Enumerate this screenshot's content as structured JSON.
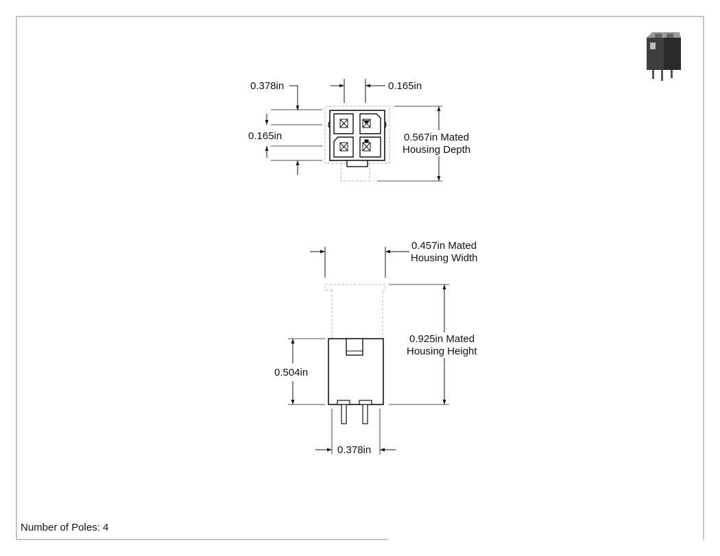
{
  "top_view": {
    "dim_pitch_top": "0.378in",
    "dim_offset_top": "0.165in",
    "dim_offset_left": "0.165in",
    "dim_depth_line1": "0.567in Mated",
    "dim_depth_line2": "Housing Depth"
  },
  "side_view": {
    "dim_width_line1": "0.457in Mated",
    "dim_width_line2": "Housing Width",
    "dim_height_line1": "0.925in Mated",
    "dim_height_line2": "Housing Height",
    "dim_body_height": "0.504in",
    "dim_body_width": "0.378in"
  },
  "footer": {
    "poles_label": "Number of Poles: 4"
  }
}
